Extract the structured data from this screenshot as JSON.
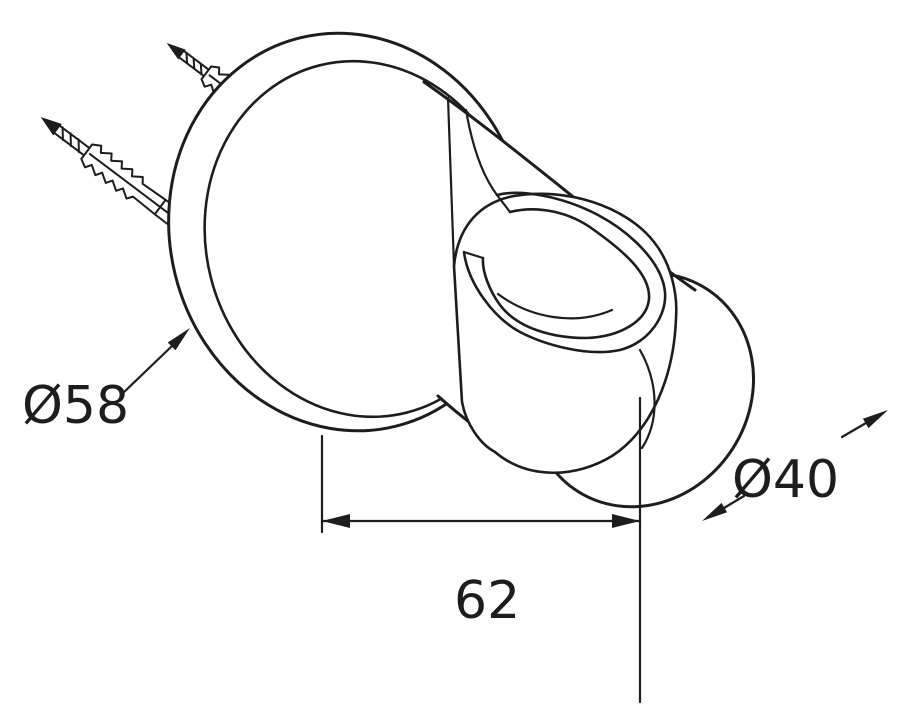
{
  "drawing": {
    "kind": "technical line drawing",
    "subject": "wall-mounted hand shower holder with round wall plate, fixing screws and wall plugs"
  },
  "annotations": {
    "plate_diameter": "Ø58",
    "length": "62",
    "holder_diameter": "Ø40"
  },
  "colors": {
    "line": "#1d1d1d",
    "background": "#ffffff"
  }
}
